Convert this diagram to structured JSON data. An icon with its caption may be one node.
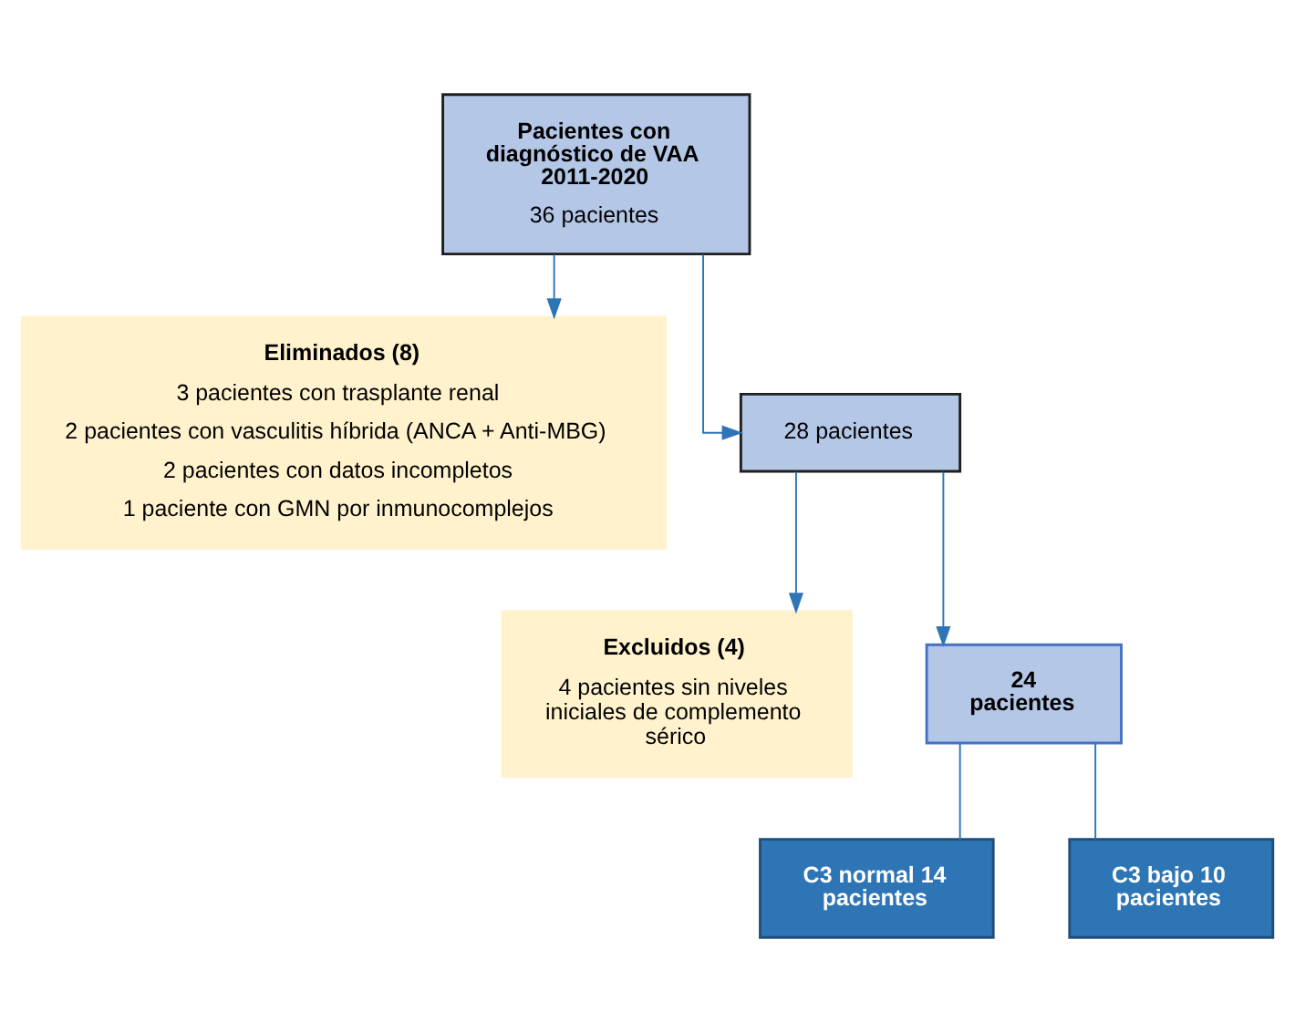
{
  "diagram": {
    "nodes": [
      {
        "text": [
          "Pacientes con diagnóstico de VAA 2011-2020",
          "36 pacientes"
        ]
      },
      {
        "text": [
          "Eliminados (8)",
          "3 pacientes con trasplante renal",
          "2 pacientes con vasculitis híbrida (ANCA + Anti-MBG)",
          "2 pacientes con datos incompletos",
          "1 paciente con GMN por inmunocomplejos"
        ]
      },
      {
        "text": [
          "28 pacientes"
        ]
      },
      {
        "text": [
          "Excluidos (4)",
          "4 pacientes sin niveles iniciales de complemento sérico"
        ]
      },
      {
        "text": [
          "24 pacientes"
        ]
      },
      {
        "text": [
          "C3 normal 14 pacientes"
        ]
      },
      {
        "text": [
          "C3 bajo 10 pacientes"
        ]
      }
    ],
    "edges": [
      {
        "from": 0,
        "to": 2,
        "arrow": "to"
      },
      {
        "from": 0,
        "to": 1,
        "arrow": "to"
      },
      {
        "from": 2,
        "to": 4,
        "arrow": "to"
      },
      {
        "from": 2,
        "to": 3,
        "arrow": "to"
      },
      {
        "from": 4,
        "to": 5,
        "arrow": "none"
      },
      {
        "from": 4,
        "to": 6,
        "arrow": "none"
      }
    ]
  }
}
